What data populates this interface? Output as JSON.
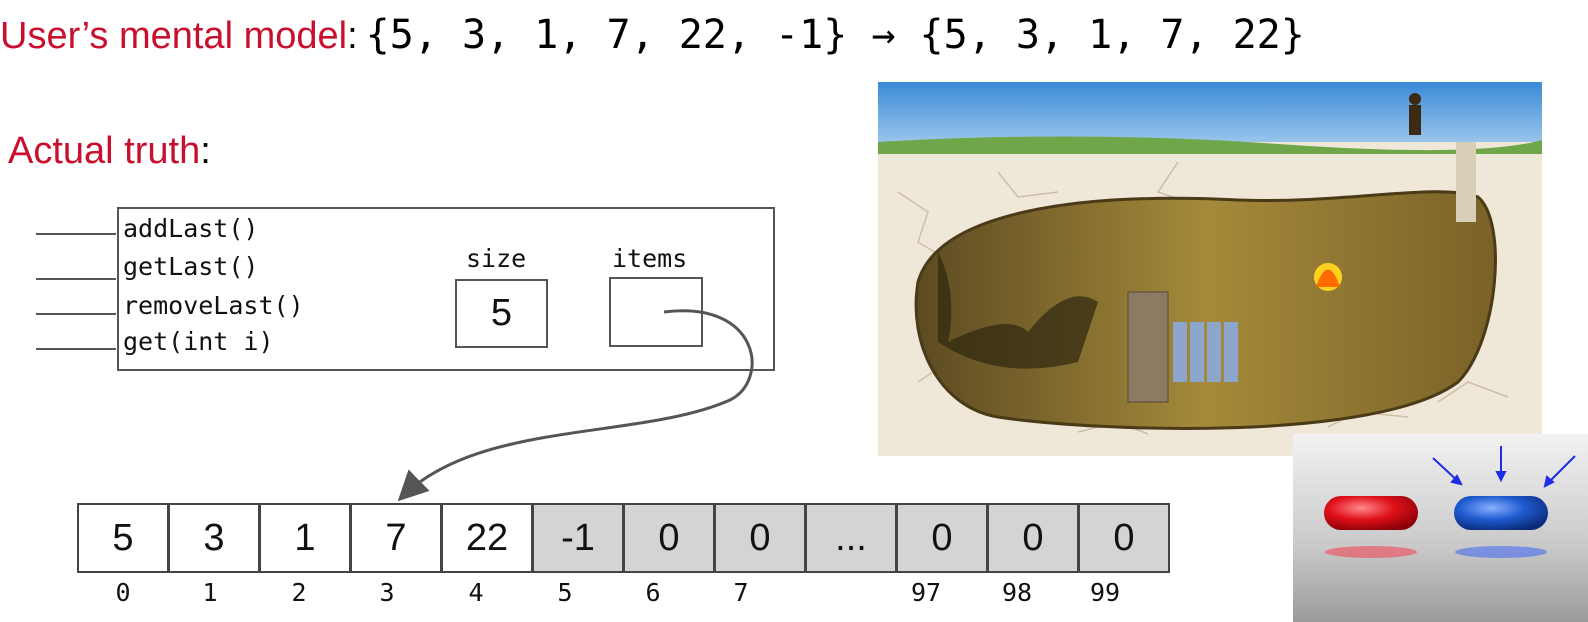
{
  "header": {
    "label": "User’s mental model",
    "colon": ":",
    "expression": "{5, 3, 1, 7, 22, -1} → {5, 3, 1, 7, 22}"
  },
  "actual": {
    "label": "Actual truth",
    "colon": ":"
  },
  "object": {
    "methods": [
      "addLast()",
      "getLast()",
      "removeLast()",
      "get(int i)"
    ],
    "size_label": "size",
    "size_value": "5",
    "items_label": "items"
  },
  "array": {
    "cells": [
      "5",
      "3",
      "1",
      "7",
      "22",
      "-1",
      "0",
      "0",
      "...",
      "0",
      "0",
      "0"
    ],
    "indices": [
      "0",
      "1",
      "2",
      "3",
      "4",
      "5",
      "6",
      "7",
      "",
      "97",
      "98",
      "99"
    ],
    "in_use_count": 5
  },
  "colors": {
    "accent_red": "#c8102e",
    "unused_cell": "#d4d4d4",
    "red_pill": "#e0101a",
    "blue_pill": "#1f5bd0",
    "pointer_arrows": "#1e2ee6"
  },
  "images": {
    "cave": "allegory-of-the-cave-illustration",
    "pills": "red-and-blue-pills"
  }
}
